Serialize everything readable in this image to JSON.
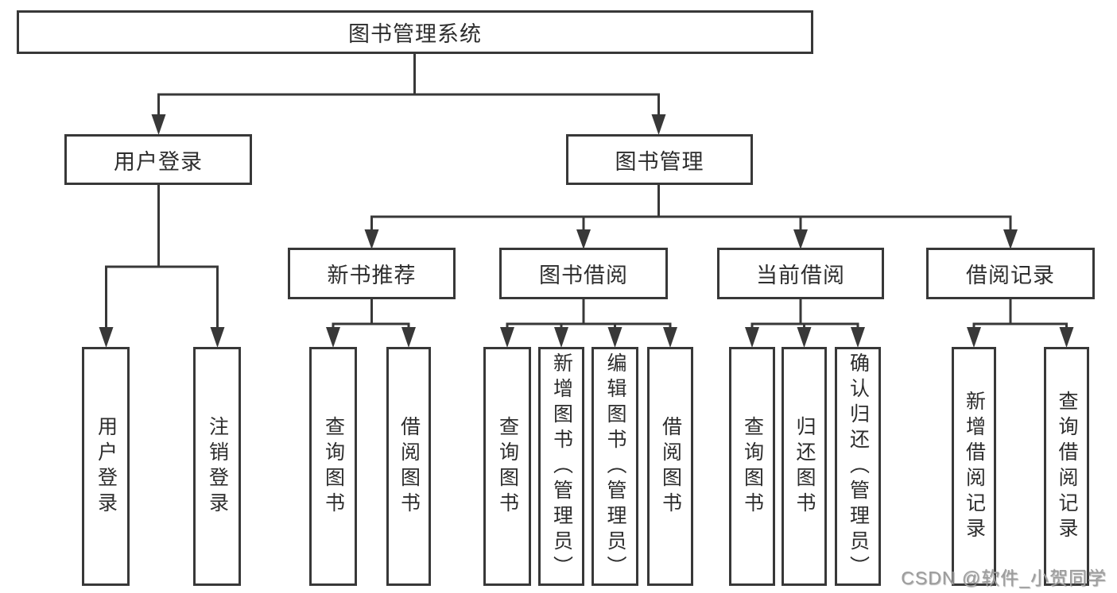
{
  "diagram": {
    "root": {
      "label": "图书管理系统"
    },
    "level2": [
      {
        "label": "用户登录",
        "parent": "图书管理系统"
      },
      {
        "label": "图书管理",
        "parent": "图书管理系统"
      }
    ],
    "level3": [
      {
        "label": "新书推荐",
        "parent": "图书管理"
      },
      {
        "label": "图书借阅",
        "parent": "图书管理"
      },
      {
        "label": "当前借阅",
        "parent": "图书管理"
      },
      {
        "label": "借阅记录",
        "parent": "图书管理"
      }
    ],
    "leaves": [
      {
        "label": "用户登录",
        "parent": "用户登录"
      },
      {
        "label": "注销登录",
        "parent": "用户登录"
      },
      {
        "label": "查询图书",
        "parent": "新书推荐"
      },
      {
        "label": "借阅图书",
        "parent": "新书推荐"
      },
      {
        "label": "查询图书",
        "parent": "图书借阅"
      },
      {
        "label": "新增图书（管理员）",
        "parent": "图书借阅"
      },
      {
        "label": "编辑图书（管理员）",
        "parent": "图书借阅"
      },
      {
        "label": "借阅图书",
        "parent": "图书借阅"
      },
      {
        "label": "查询图书",
        "parent": "当前借阅"
      },
      {
        "label": "归还图书",
        "parent": "当前借阅"
      },
      {
        "label": "确认归还（管理员）",
        "parent": "当前借阅"
      },
      {
        "label": "新增借阅记录",
        "parent": "借阅记录"
      },
      {
        "label": "查询借阅记录",
        "parent": "借阅记录"
      }
    ]
  },
  "watermark": {
    "text": "CSDN @软件_小贺同学"
  },
  "colors": {
    "line": "#383838",
    "box_border": "#383838",
    "box_background": "#ffffff",
    "text": "#2d2d2d",
    "watermark": "#9c9c9c",
    "page_background": "#ffffff"
  }
}
